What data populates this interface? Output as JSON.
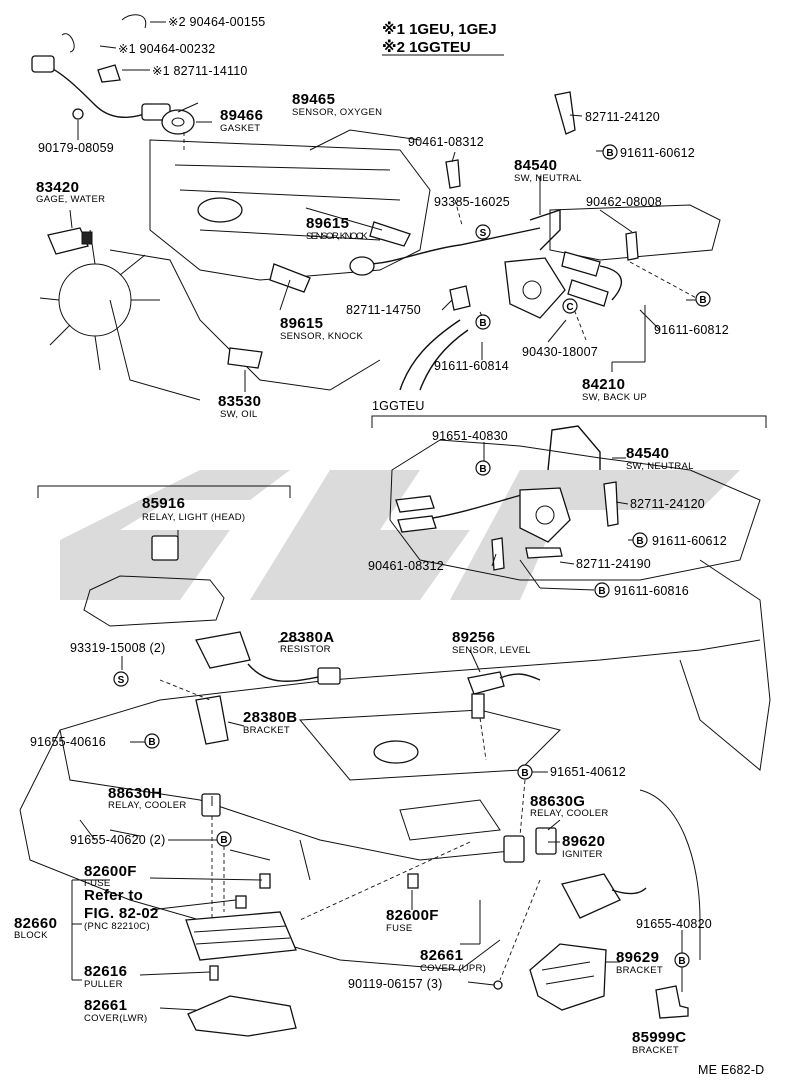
{
  "header": {
    "note_line1": "※1 1GEU, 1GEJ",
    "note_line2": "※2 1GGTEU"
  },
  "section_label": "1GGTEU",
  "parts": [
    {
      "id": "p1",
      "number": "※2 90464-00155",
      "desc": ""
    },
    {
      "id": "p2",
      "number": "※1 90464-00232",
      "desc": ""
    },
    {
      "id": "p3",
      "number": "※1 82711-14110",
      "desc": ""
    },
    {
      "id": "p4",
      "number": "89465",
      "desc": "SENSOR, OXYGEN"
    },
    {
      "id": "p5",
      "number": "89466",
      "desc": "GASKET"
    },
    {
      "id": "p6",
      "number": "90179-08059",
      "desc": ""
    },
    {
      "id": "p7",
      "number": "83420",
      "desc": "GAGE, WATER"
    },
    {
      "id": "p8",
      "number": "90461-08312",
      "desc": ""
    },
    {
      "id": "p9",
      "number": "84540",
      "desc": "SW, NEUTRAL"
    },
    {
      "id": "p10",
      "number": "82711-24120",
      "desc": ""
    },
    {
      "id": "p11",
      "number": "91611-60612",
      "desc": ""
    },
    {
      "id": "p12",
      "number": "93385-16025",
      "desc": ""
    },
    {
      "id": "p13",
      "number": "90462-08008",
      "desc": ""
    },
    {
      "id": "p14",
      "number": "89615",
      "desc": "SENSOR, KNOCK"
    },
    {
      "id": "p15",
      "number": "89615",
      "desc": "SENSOR, KNOCK"
    },
    {
      "id": "p16",
      "number": "82711-14750",
      "desc": ""
    },
    {
      "id": "p17",
      "number": "91611-60812",
      "desc": ""
    },
    {
      "id": "p18",
      "number": "91611-60814",
      "desc": ""
    },
    {
      "id": "p19",
      "number": "90430-18007",
      "desc": ""
    },
    {
      "id": "p20",
      "number": "84210",
      "desc": "SW, BACK UP"
    },
    {
      "id": "p21",
      "number": "83530",
      "desc": "SW, OIL"
    },
    {
      "id": "p22",
      "number": "91651-40830",
      "desc": ""
    },
    {
      "id": "p23",
      "number": "84540",
      "desc": "SW, NEUTRAL"
    },
    {
      "id": "p24",
      "number": "82711-24120",
      "desc": ""
    },
    {
      "id": "p25",
      "number": "91611-60612",
      "desc": ""
    },
    {
      "id": "p26",
      "number": "90461-08312",
      "desc": ""
    },
    {
      "id": "p27",
      "number": "82711-24190",
      "desc": ""
    },
    {
      "id": "p28",
      "number": "91611-60816",
      "desc": ""
    },
    {
      "id": "p29",
      "number": "85916",
      "desc": "RELAY, LIGHT (HEAD)"
    },
    {
      "id": "p30",
      "number": "28380A",
      "desc": "RESISTOR"
    },
    {
      "id": "p31",
      "number": "93319-15008 (2)",
      "desc": ""
    },
    {
      "id": "p32",
      "number": "89256",
      "desc": "SENSOR, LEVEL"
    },
    {
      "id": "p33",
      "number": "28380B",
      "desc": "BRACKET"
    },
    {
      "id": "p34",
      "number": "91655-40616",
      "desc": ""
    },
    {
      "id": "p35",
      "number": "91651-40612",
      "desc": ""
    },
    {
      "id": "p36",
      "number": "88630H",
      "desc": "RELAY, COOLER"
    },
    {
      "id": "p37",
      "number": "88630G",
      "desc": "RELAY, COOLER"
    },
    {
      "id": "p38",
      "number": "91655-40620 (2)",
      "desc": ""
    },
    {
      "id": "p39",
      "number": "89620",
      "desc": "IGNITER"
    },
    {
      "id": "p40",
      "number": "82600F",
      "desc": "FUSE"
    },
    {
      "id": "p41",
      "number": "82600F",
      "desc": "FUSE"
    },
    {
      "id": "p42",
      "number": "82660",
      "desc": "BLOCK"
    },
    {
      "id": "p43",
      "number": "91655-40820",
      "desc": ""
    },
    {
      "id": "p44",
      "number": "82661",
      "desc": "COVER (UPR)"
    },
    {
      "id": "p45",
      "number": "89629",
      "desc": "BRACKET"
    },
    {
      "id": "p46",
      "number": "82616",
      "desc": "PULLER"
    },
    {
      "id": "p47",
      "number": "90119-06157 (3)",
      "desc": ""
    },
    {
      "id": "p48",
      "number": "82661",
      "desc": "COVER(LWR)"
    },
    {
      "id": "p49",
      "number": "85999C",
      "desc": "BRACKET"
    }
  ],
  "refer_note": {
    "line1": "Refer to",
    "line2": "FIG. 82-02",
    "line3": "(PNC 82210C)"
  },
  "symbols": {
    "bolt": "B",
    "screw": "S",
    "clip": "C"
  },
  "footer_code": "ME E682-D"
}
